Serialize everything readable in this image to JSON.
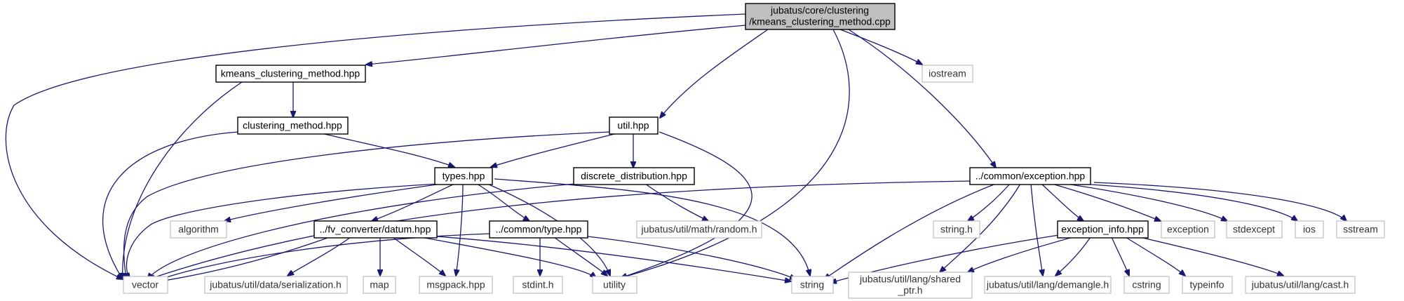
{
  "diagram": {
    "root": {
      "line1": "jubatus/core/clustering",
      "line2": "/kmeans_clustering_method.cpp"
    },
    "nodes": {
      "kmeans_hpp": "kmeans_clustering_method.hpp",
      "clustering_method_hpp": "clustering_method.hpp",
      "util_hpp": "util.hpp",
      "discrete_distribution_hpp": "discrete_distribution.hpp",
      "types_hpp": "types.hpp",
      "exception_hpp": "../common/exception.hpp",
      "exception_info_hpp": "exception_info.hpp",
      "datum_hpp": "../fv_converter/datum.hpp",
      "type_hpp": "../common/type.hpp",
      "iostream": "iostream",
      "algorithm": "algorithm",
      "random_h": "jubatus/util/math/random.h",
      "string_h": "string.h",
      "exception": "exception",
      "stdexcept": "stdexcept",
      "ios": "ios",
      "sstream": "sstream",
      "vector": "vector",
      "serialization_h": "jubatus/util/data/serialization.h",
      "map": "map",
      "msgpack_hpp": "msgpack.hpp",
      "stdint_h": "stdint.h",
      "utility": "utility",
      "string": "string",
      "shared_ptr_line1": "jubatus/util/lang/shared",
      "shared_ptr_line2": "_ptr.h",
      "demangle_h": "jubatus/util/lang/demangle.h",
      "cstring": "cstring",
      "typeinfo": "typeinfo",
      "cast_h": "jubatus/util/lang/cast.h"
    },
    "colors": {
      "edge": "#191970",
      "root_fill": "#bfbfbf",
      "external_border": "#bfbfbf",
      "internal_border": "#000000"
    }
  }
}
